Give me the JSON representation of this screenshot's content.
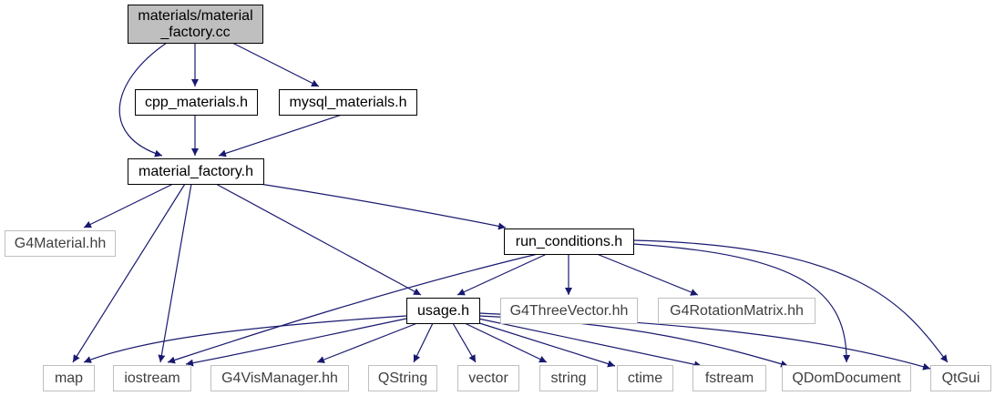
{
  "colors": {
    "edge": "#191970",
    "root_fill": "#bfbfbf",
    "internal_stroke": "#000000",
    "external_stroke": "#bfbfbf",
    "background": "#ffffff"
  },
  "nodes": [
    {
      "id": "material_factory_cc",
      "kind": "root",
      "lines": [
        "materials/material",
        "_factory.cc"
      ]
    },
    {
      "id": "cpp_materials_h",
      "kind": "internal",
      "lines": [
        "cpp_materials.h"
      ]
    },
    {
      "id": "mysql_materials_h",
      "kind": "internal",
      "lines": [
        "mysql_materials.h"
      ]
    },
    {
      "id": "material_factory_h",
      "kind": "internal",
      "lines": [
        "material_factory.h"
      ]
    },
    {
      "id": "G4Material_hh",
      "kind": "external",
      "lines": [
        "G4Material.hh"
      ]
    },
    {
      "id": "run_conditions_h",
      "kind": "internal",
      "lines": [
        "run_conditions.h"
      ]
    },
    {
      "id": "usage_h",
      "kind": "internal",
      "lines": [
        "usage.h"
      ]
    },
    {
      "id": "G4ThreeVector_hh",
      "kind": "external",
      "lines": [
        "G4ThreeVector.hh"
      ]
    },
    {
      "id": "G4RotationMatrix_hh",
      "kind": "external",
      "lines": [
        "G4RotationMatrix.hh"
      ]
    },
    {
      "id": "map",
      "kind": "external",
      "lines": [
        "map"
      ]
    },
    {
      "id": "iostream",
      "kind": "external",
      "lines": [
        "iostream"
      ]
    },
    {
      "id": "G4VisManager_hh",
      "kind": "external",
      "lines": [
        "G4VisManager.hh"
      ]
    },
    {
      "id": "QString",
      "kind": "external",
      "lines": [
        "QString"
      ]
    },
    {
      "id": "vector",
      "kind": "external",
      "lines": [
        "vector"
      ]
    },
    {
      "id": "string",
      "kind": "external",
      "lines": [
        "string"
      ]
    },
    {
      "id": "ctime",
      "kind": "external",
      "lines": [
        "ctime"
      ]
    },
    {
      "id": "fstream",
      "kind": "external",
      "lines": [
        "fstream"
      ]
    },
    {
      "id": "QDomDocument",
      "kind": "external",
      "lines": [
        "QDomDocument"
      ]
    },
    {
      "id": "QtGui",
      "kind": "external",
      "lines": [
        "QtGui"
      ]
    }
  ],
  "edges": [
    {
      "from": "material_factory_cc",
      "to": "cpp_materials_h"
    },
    {
      "from": "material_factory_cc",
      "to": "mysql_materials_h"
    },
    {
      "from": "material_factory_cc",
      "to": "material_factory_h"
    },
    {
      "from": "cpp_materials_h",
      "to": "material_factory_h"
    },
    {
      "from": "mysql_materials_h",
      "to": "material_factory_h"
    },
    {
      "from": "material_factory_h",
      "to": "G4Material_hh"
    },
    {
      "from": "material_factory_h",
      "to": "run_conditions_h"
    },
    {
      "from": "material_factory_h",
      "to": "usage_h"
    },
    {
      "from": "material_factory_h",
      "to": "map"
    },
    {
      "from": "material_factory_h",
      "to": "iostream"
    },
    {
      "from": "run_conditions_h",
      "to": "usage_h"
    },
    {
      "from": "run_conditions_h",
      "to": "G4ThreeVector_hh"
    },
    {
      "from": "run_conditions_h",
      "to": "G4RotationMatrix_hh"
    },
    {
      "from": "run_conditions_h",
      "to": "iostream"
    },
    {
      "from": "run_conditions_h",
      "to": "QDomDocument"
    },
    {
      "from": "run_conditions_h",
      "to": "QtGui"
    },
    {
      "from": "usage_h",
      "to": "map"
    },
    {
      "from": "usage_h",
      "to": "iostream"
    },
    {
      "from": "usage_h",
      "to": "G4VisManager_hh"
    },
    {
      "from": "usage_h",
      "to": "QString"
    },
    {
      "from": "usage_h",
      "to": "vector"
    },
    {
      "from": "usage_h",
      "to": "string"
    },
    {
      "from": "usage_h",
      "to": "ctime"
    },
    {
      "from": "usage_h",
      "to": "fstream"
    },
    {
      "from": "usage_h",
      "to": "QDomDocument"
    },
    {
      "from": "usage_h",
      "to": "QtGui"
    }
  ]
}
